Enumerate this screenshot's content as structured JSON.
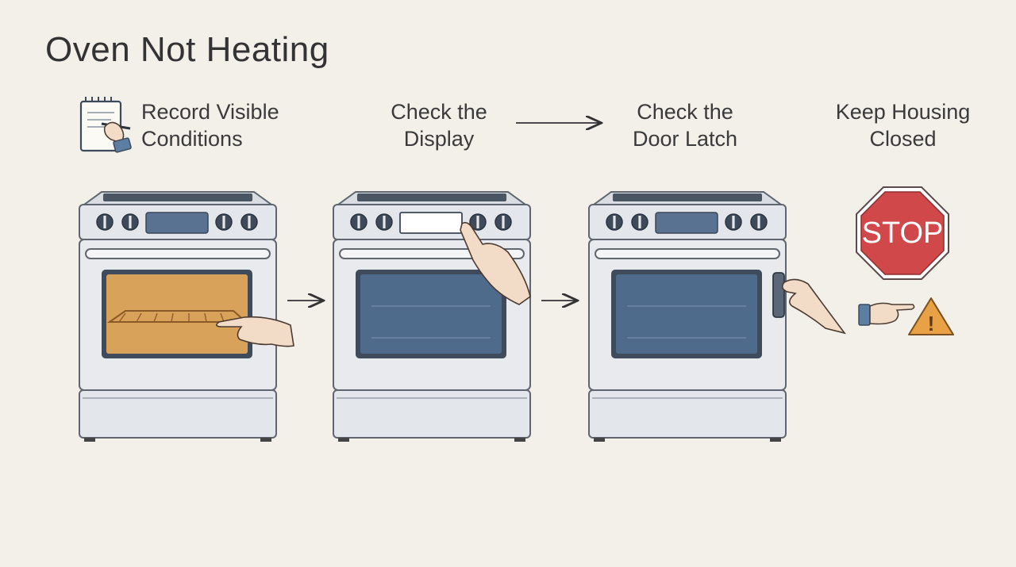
{
  "title": "Oven Not Heating",
  "steps": [
    {
      "line1": "Record Visible",
      "line2": "Conditions",
      "icon": "notepad-icon"
    },
    {
      "line1": "Check the",
      "line2": "Display",
      "icon": "oven-display-icon"
    },
    {
      "line1": "Check the",
      "line2": "Door Latch",
      "icon": "door-latch-icon"
    },
    {
      "line1": "Keep Housing",
      "line2": "Closed",
      "icon": "stop-sign-icon"
    }
  ],
  "stop_sign_text": "STOP",
  "warning_symbol": "!",
  "colors": {
    "background": "#f2f0e9",
    "oven_body": "#e6e8ea",
    "oven_outline": "#5f6670",
    "oven_window": "#4e6b8c",
    "heated_window": "#d9a25a",
    "stop_red": "#d0484a",
    "warning_orange": "#e8a145",
    "sleeve_blue": "#5d7ea3"
  }
}
